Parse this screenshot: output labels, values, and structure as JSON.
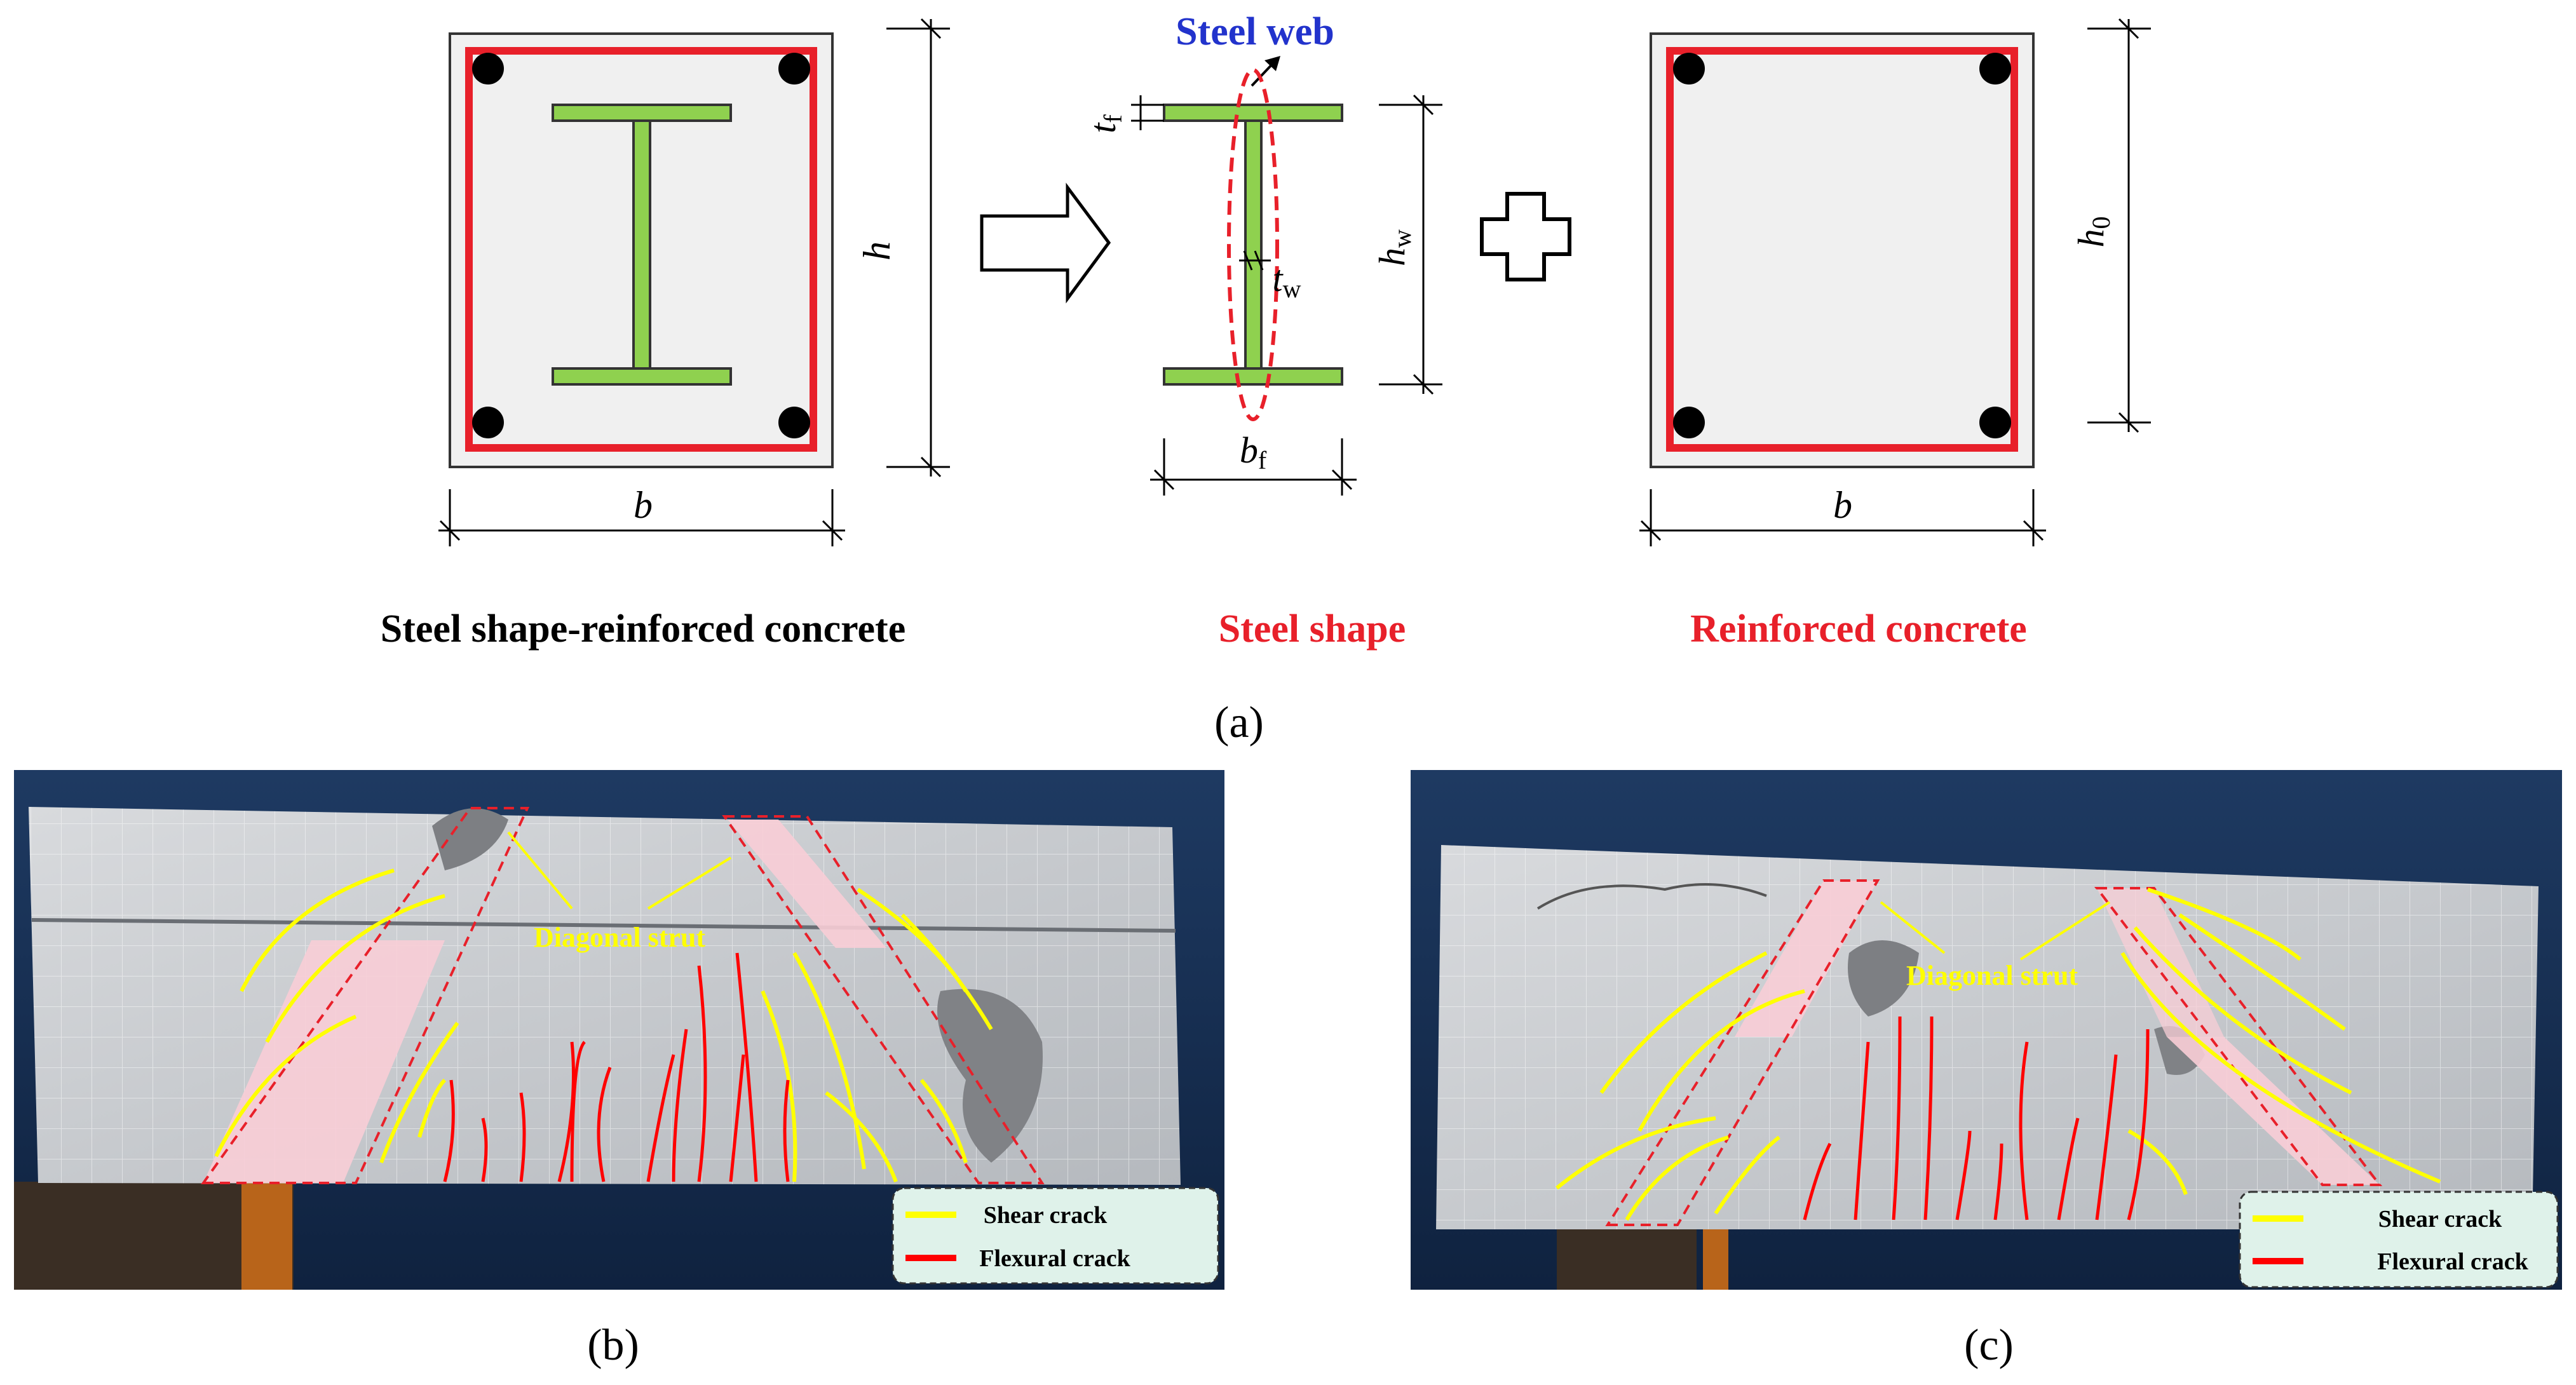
{
  "figure_a": {
    "panel_label": "(a)",
    "src": {
      "title": "Steel shape-reinforced concrete",
      "dim_width": "b",
      "dim_height": "h"
    },
    "steel": {
      "title": "Steel shape",
      "callout": "Steel web",
      "tf_main": "t",
      "tf_sub": "f",
      "tw_main": "t",
      "tw_sub": "w",
      "hw_main": "h",
      "hw_sub": "w",
      "bf_main": "b",
      "bf_sub": "f"
    },
    "rc": {
      "title": "Reinforced concrete",
      "dim_width": "b",
      "h0_main": "h",
      "h0_sub": "0"
    },
    "operators": {
      "arrow": "implies-arrow",
      "plus": "plus-sign"
    }
  },
  "figure_b": {
    "panel_label": "(b)",
    "annotation": "Diagonal strut",
    "legend": [
      {
        "label": "Shear crack",
        "color": "#ffff00"
      },
      {
        "label": "Flexural crack",
        "color": "#ff0000"
      }
    ]
  },
  "figure_c": {
    "panel_label": "(c)",
    "annotation": "Diagonal strut",
    "legend": [
      {
        "label": "Shear crack",
        "color": "#ffff00"
      },
      {
        "label": "Flexural crack",
        "color": "#ff0000"
      }
    ]
  },
  "colors": {
    "steel_fill": "#8fd14f",
    "rebar_red": "#e8202a",
    "callout_blue": "#2233cc",
    "strut_fill": "#f8cdd6",
    "shear_yellow": "#ffff00",
    "flexural_red": "#ff0000",
    "photo_bg": "#1a3354",
    "concrete": "#c9ccd0"
  }
}
